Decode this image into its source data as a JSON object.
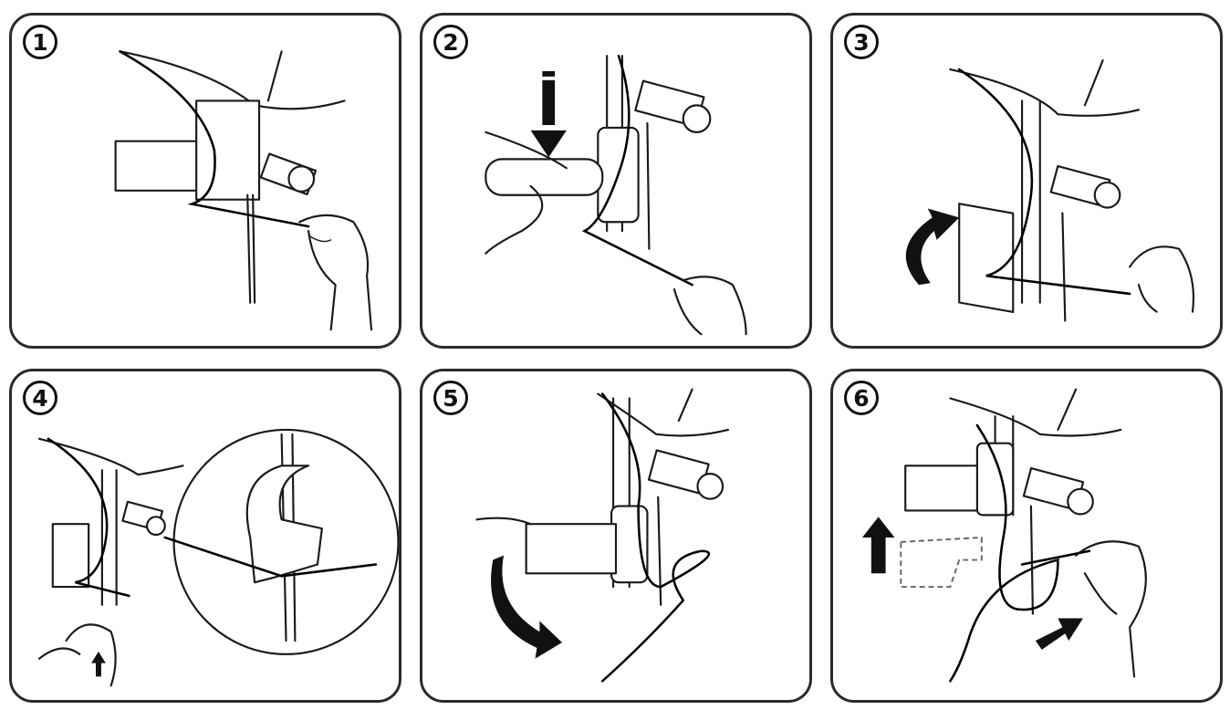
{
  "steps": [
    {
      "number": "1"
    },
    {
      "number": "2"
    },
    {
      "number": "3"
    },
    {
      "number": "4"
    },
    {
      "number": "5"
    },
    {
      "number": "6"
    }
  ]
}
